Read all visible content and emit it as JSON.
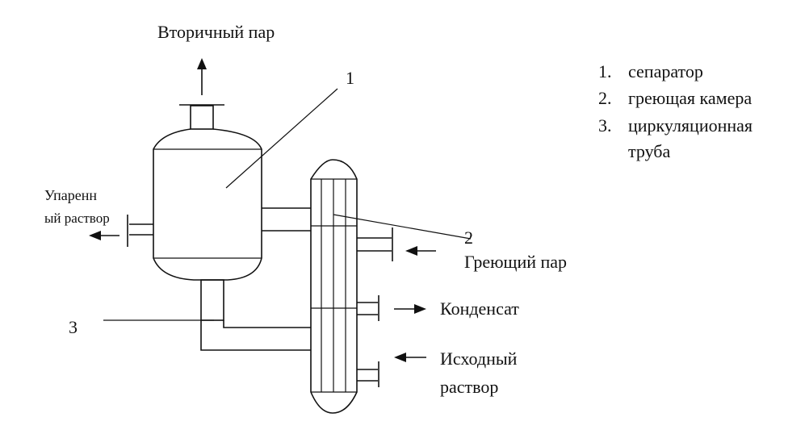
{
  "labels": {
    "secondary_steam": "Вторичный пар",
    "evaporated_solution_line1": "Упаренн",
    "evaporated_solution_line2": "ый раствор",
    "heating_steam": "Греющий пар",
    "condensate": "Конденсат",
    "initial_solution_line1": "Исходный",
    "initial_solution_line2": "раствор"
  },
  "callouts": {
    "separator_number": "1",
    "heating_chamber_number": "2",
    "circulation_pipe_number": "3"
  },
  "legend": [
    {
      "num": "1.",
      "text": "сепаратор"
    },
    {
      "num": "2.",
      "text": "греющая камера"
    },
    {
      "num": "3.",
      "text": "циркуляционная"
    },
    {
      "num": "",
      "text": "труба"
    }
  ]
}
